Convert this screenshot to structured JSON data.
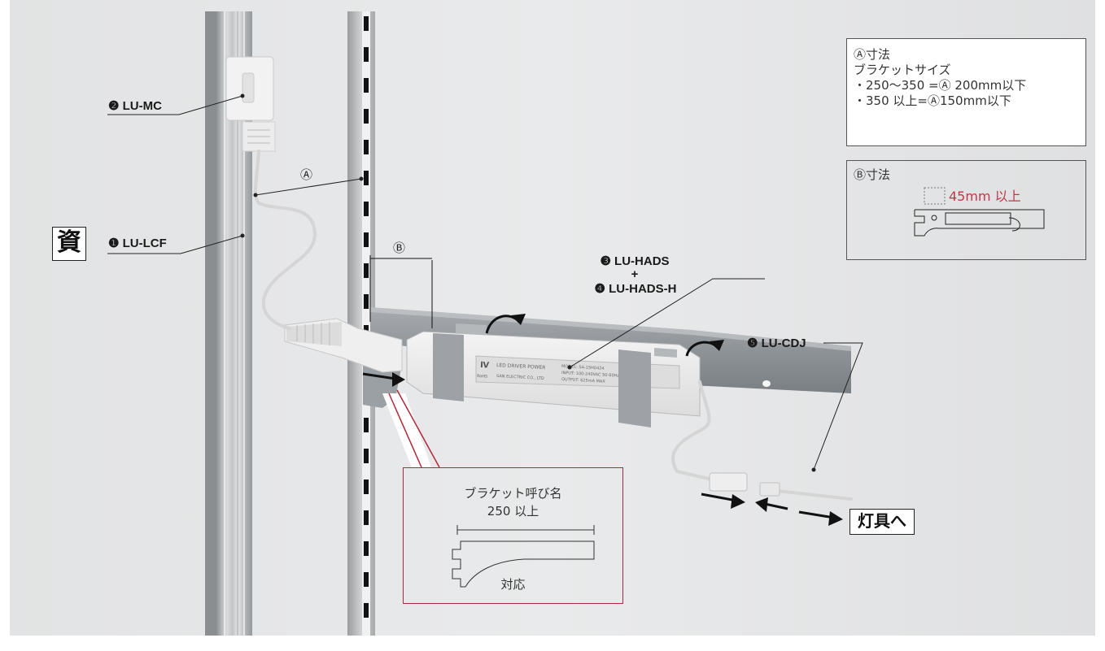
{
  "labels": {
    "lu_mc": "❷ LU-MC",
    "lu_lcf": "❶ LU-LCF",
    "lu_hads": "❸ LU-HADS",
    "plus": "+",
    "lu_hads_h": "❹ LU-HADS-H",
    "lu_cdj": "❺ LU-CDJ",
    "dim_a": "Ⓐ",
    "dim_b": "Ⓑ"
  },
  "kanji_badge": "資",
  "to_fixture_badge": "灯具へ",
  "note_a": {
    "title": "Ⓐ寸法",
    "subtitle": "ブラケットサイズ",
    "line1": "・250～350 =Ⓐ 200mm以下",
    "line2": "・350 以上=Ⓐ150mm以下"
  },
  "note_b": {
    "title": "Ⓑ寸法",
    "value": "45mm 以上"
  },
  "callout": {
    "title": "ブラケット呼び名",
    "size": "250 以上",
    "caption": "対応"
  },
  "driver_print": {
    "title": "LED DRIVER POWER",
    "model": "MODEL: SA-15H0424",
    "input": "INPUT: 100-240VAC 50-60Hz",
    "output": "OUTPUT: 625mA MAX",
    "brand": "SAN ELECTRIC CO., LTD",
    "rohs": "RoHS"
  },
  "colors": {
    "accent_red": "#b0283a",
    "note_value_red": "#c4354a",
    "wall": "#e4e5e6",
    "bracket_steel": "#8f9498"
  }
}
